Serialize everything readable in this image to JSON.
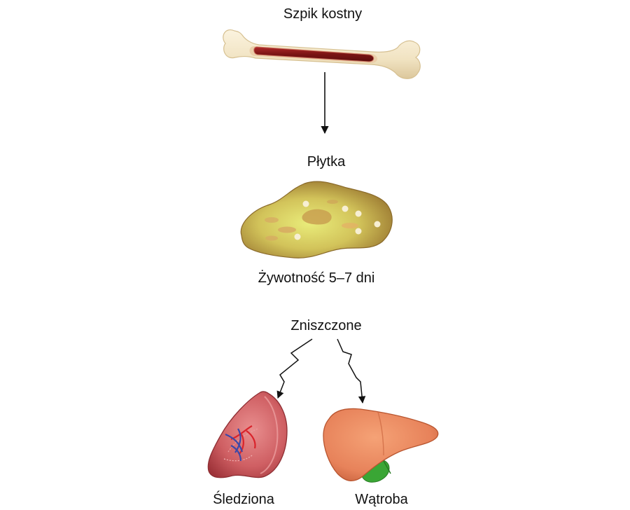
{
  "diagram": {
    "source_label": "Szpik kostny",
    "cell_label": "Płytka",
    "lifespan_label": "Żywotność 5–7 dni",
    "destroyed_label": "Zniszczone",
    "spleen_label": "Śledziona",
    "liver_label": "Wątroba"
  },
  "icons": {
    "bone": "bone-marrow-icon",
    "platelet": "platelet-icon",
    "spleen": "spleen-icon",
    "liver": "liver-icon"
  },
  "colors": {
    "bone": "#f3e7c9",
    "marrow": "#8c1b1b",
    "platelet": "#c9b24a",
    "spleen": "#c9585d",
    "liver": "#e9875c",
    "gallbladder": "#3aa635",
    "arrow": "#111111"
  }
}
